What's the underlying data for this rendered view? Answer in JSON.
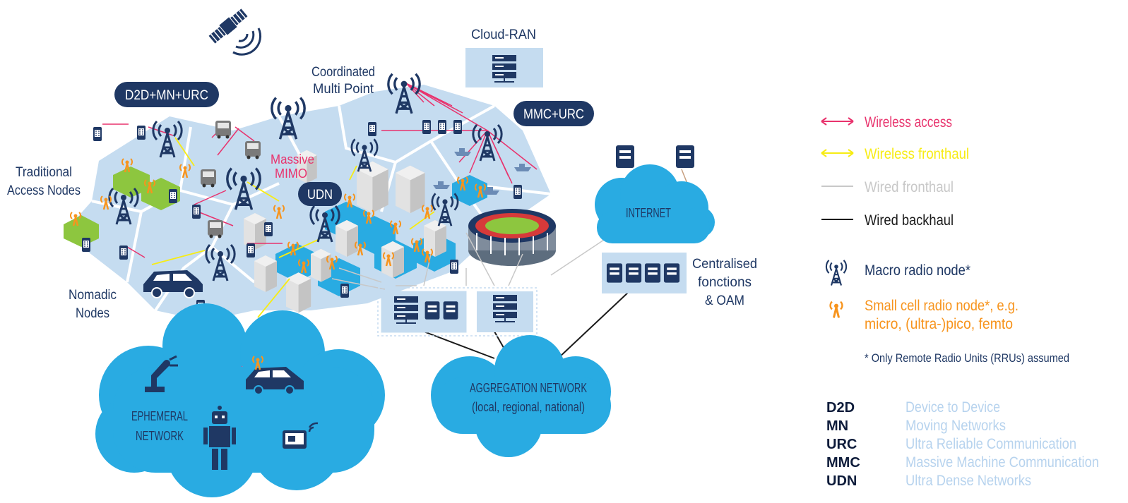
{
  "labels": {
    "cloud_ran": "Cloud-RAN",
    "comp": [
      "Coordinated",
      "Multi Point"
    ],
    "d2d_badge": "D2D+MN+URC",
    "mmc_badge": "MMC+URC",
    "traditional": [
      "Traditional",
      "Access Nodes"
    ],
    "massive_mimo": [
      "Massive",
      "MIMO"
    ],
    "udn_badge": "UDN",
    "nomadic": [
      "Nomadic",
      "Nodes"
    ],
    "internet": "INTERNET",
    "centralised": [
      "Centralised",
      "fonctions",
      "& OAM"
    ],
    "ephemeral": [
      "EPHEMERAL",
      "NETWORK"
    ],
    "aggregation": [
      "AGGREGATION NETWORK",
      "(local, regional, national)"
    ]
  },
  "legend": {
    "wireless_access": "Wireless access",
    "wireless_fronthaul": "Wireless fronthaul",
    "wired_fronthaul": "Wired fronthaul",
    "wired_backhaul": "Wired backhaul",
    "macro_node": "Macro radio node*",
    "small_cell": [
      "Small cell radio node*, e.g.",
      "micro, (ultra-)pico, femto"
    ],
    "footnote": "* Only Remote Radio Units (RRUs) assumed"
  },
  "abbreviations": [
    {
      "abbr": "D2D",
      "meaning": "Device to Device"
    },
    {
      "abbr": "MN",
      "meaning": "Moving Networks"
    },
    {
      "abbr": "URC",
      "meaning": "Ultra Reliable Communication"
    },
    {
      "abbr": "MMC",
      "meaning": "Massive Machine Communication"
    },
    {
      "abbr": "UDN",
      "meaning": "Ultra Dense Networks"
    }
  ],
  "colors": {
    "navy": "#1f3864",
    "cloud_blue": "#29abe2",
    "hex_light": "#c5dcf0",
    "hex_mid": "#a9cbe8",
    "green_cell": "#8dc63f",
    "wireless_access": "#e8336d",
    "wireless_fronthaul": "#f7ec13",
    "wired_fronthaul": "#c8c8c8",
    "wired_backhaul": "#1a1a1a",
    "small_cell": "#f7941d",
    "abbr_def": "#b7d3ee"
  },
  "icons": [
    "satellite-icon",
    "macro-tower-icon",
    "small-cell-icon",
    "phone-icon",
    "bus-icon",
    "car-icon",
    "server-icon",
    "stadium-icon",
    "robot-arm-icon",
    "robot-icon",
    "tv-icon",
    "building-icon",
    "ship-icon"
  ]
}
